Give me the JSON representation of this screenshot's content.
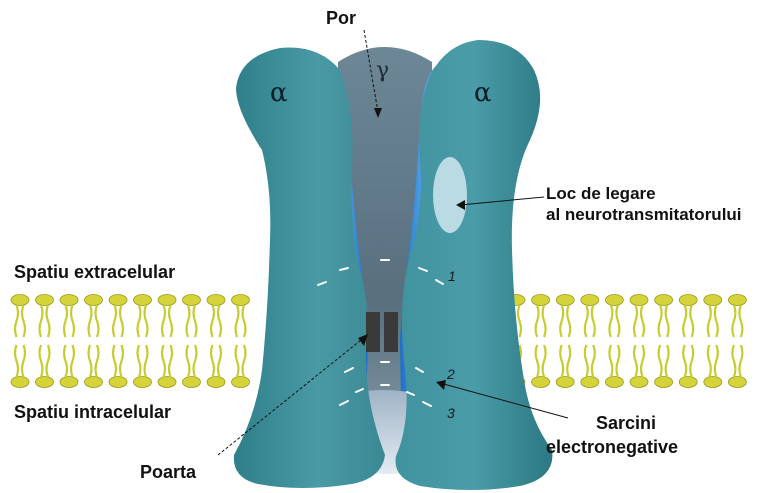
{
  "labels": {
    "pore": "Por",
    "alpha_left": "α",
    "alpha_right": "α",
    "gamma": "γ",
    "binding_site_line1": "Loc de legare",
    "binding_site_line2": "al neurotransmitatorului",
    "extracellular": "Spatiu extracelular",
    "intracellular": "Spatiu intracelular",
    "gate": "Poarta",
    "charges_line1": "Sarcini",
    "charges_line2": "electronegative",
    "ring_1": "1",
    "ring_2": "2",
    "ring_3": "3"
  },
  "colors": {
    "subunit_teal": "#3d8e9a",
    "subunit_dark": "#2a6d78",
    "pore_inner_blue": "#2f8ee0",
    "gamma_slate": "#5d7a8a",
    "gate": "#3a3a3a",
    "lipid_head": "#d4d43a",
    "lipid_tail": "#c7cc2e",
    "binding_site": "#cfe6ee"
  }
}
